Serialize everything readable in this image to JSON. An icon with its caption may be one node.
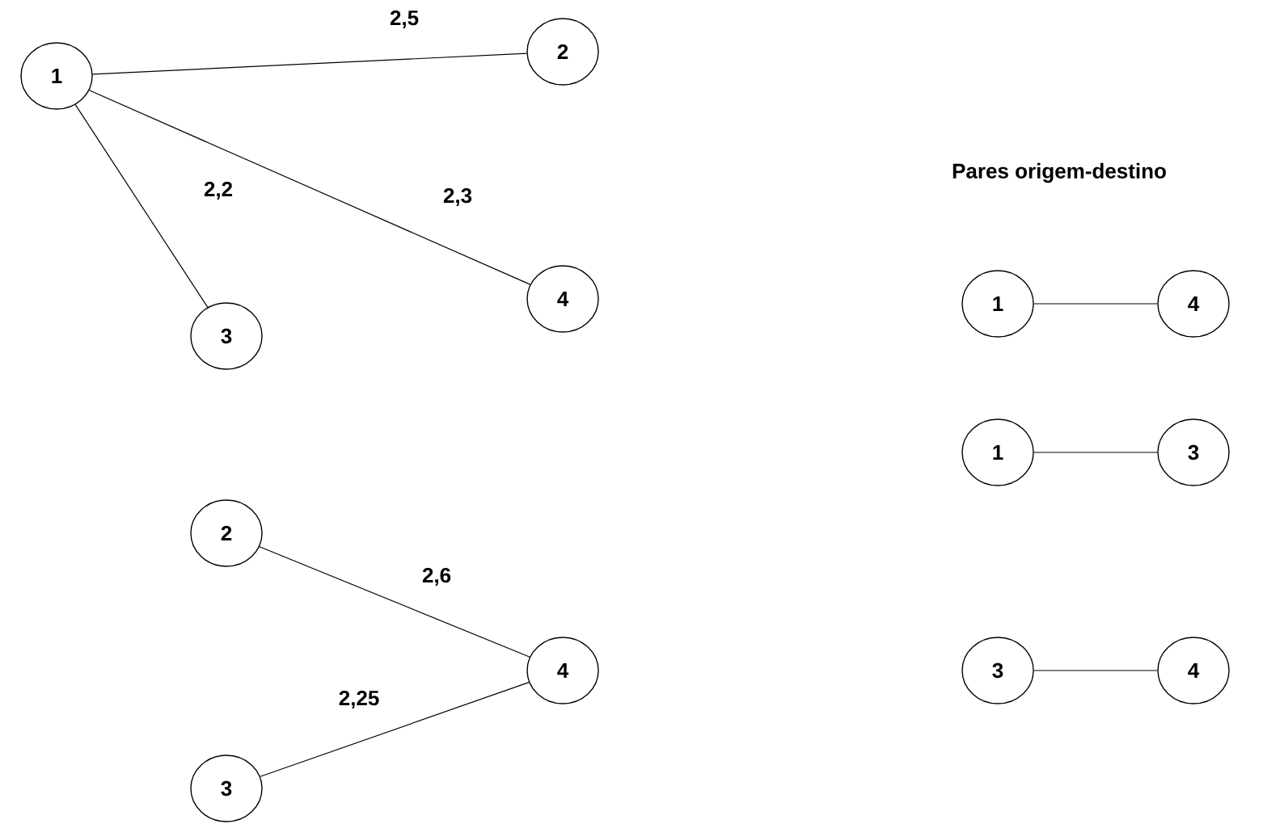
{
  "diagram": {
    "title": "Pares origem-destino",
    "nodes": [
      {
        "text": [
          "1"
        ]
      },
      {
        "text": [
          "2"
        ]
      },
      {
        "text": [
          "3"
        ]
      },
      {
        "text": [
          "4"
        ]
      },
      {
        "text": [
          "2"
        ]
      },
      {
        "text": [
          "4"
        ]
      },
      {
        "text": [
          "3"
        ]
      },
      {
        "text": [
          "1"
        ]
      },
      {
        "text": [
          "4"
        ]
      },
      {
        "text": [
          "1"
        ]
      },
      {
        "text": [
          "3"
        ]
      },
      {
        "text": [
          "3"
        ]
      },
      {
        "text": [
          "4"
        ]
      }
    ],
    "edges": [
      {
        "from": 0,
        "to": 1,
        "arrow": "none",
        "label": "2,5"
      },
      {
        "from": 0,
        "to": 2,
        "arrow": "none",
        "label": "2,2"
      },
      {
        "from": 0,
        "to": 3,
        "arrow": "none",
        "label": "2,3"
      },
      {
        "from": 4,
        "to": 5,
        "arrow": "none",
        "label": "2,6"
      },
      {
        "from": 6,
        "to": 5,
        "arrow": "none",
        "label": "2,25"
      },
      {
        "from": 7,
        "to": 8,
        "arrow": "none"
      },
      {
        "from": 9,
        "to": 10,
        "arrow": "none"
      },
      {
        "from": 11,
        "to": 12,
        "arrow": "none"
      }
    ]
  }
}
